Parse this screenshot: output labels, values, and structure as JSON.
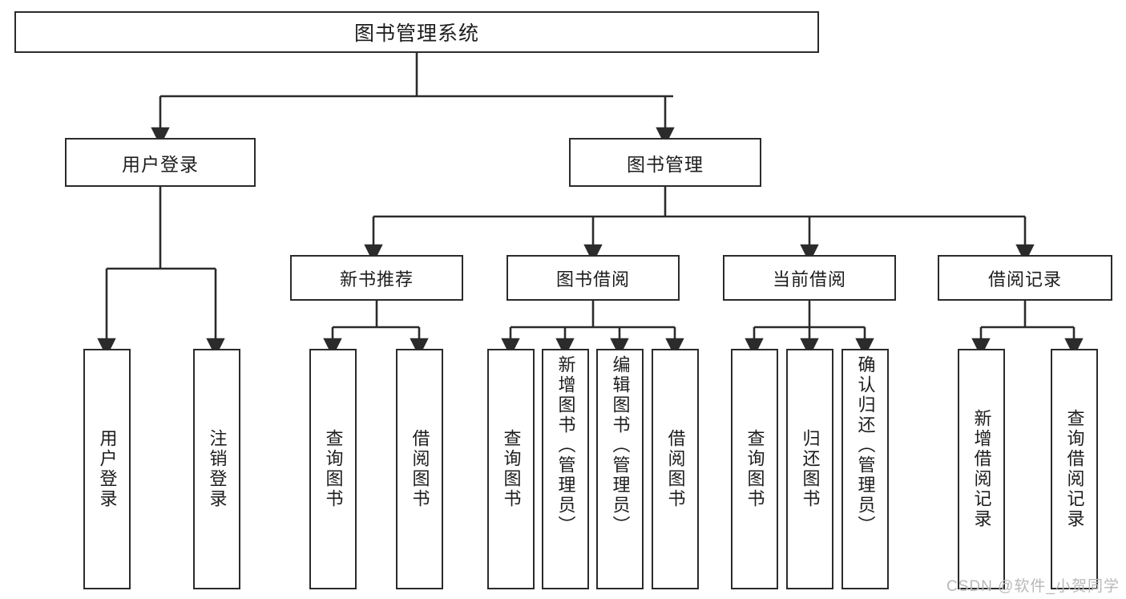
{
  "diagram": {
    "type": "tree",
    "title": "图书管理系统",
    "orientation": "top-down",
    "colors": {
      "box_border": "#2b2b2b",
      "box_fill": "#ffffff",
      "connector": "#2b2b2b",
      "text": "#1d1d1d",
      "watermark": "#b9b9b9",
      "background": "#ffffff"
    }
  },
  "root": {
    "label": "图书管理系统"
  },
  "level2": [
    {
      "label": "用户登录"
    },
    {
      "label": "图书管理"
    }
  ],
  "level3": [
    {
      "label": "新书推荐"
    },
    {
      "label": "图书借阅"
    },
    {
      "label": "当前借阅"
    },
    {
      "label": "借阅记录"
    }
  ],
  "leaves": {
    "user_login": [
      {
        "label": "用户登录"
      },
      {
        "label": "注销登录"
      }
    ],
    "new_book_recommend": [
      {
        "label": "查询图书"
      },
      {
        "label": "借阅图书"
      }
    ],
    "book_borrow": [
      {
        "label": "查询图书"
      },
      {
        "label": "新增图书（管理员）"
      },
      {
        "label": "编辑图书（管理员）"
      },
      {
        "label": "借阅图书"
      }
    ],
    "current_borrow": [
      {
        "label": "查询图书"
      },
      {
        "label": "归还图书"
      },
      {
        "label": "确认归还（管理员）"
      }
    ],
    "borrow_record": [
      {
        "label": "新增借阅记录"
      },
      {
        "label": "查询借阅记录"
      }
    ]
  },
  "watermark": {
    "text": "CSDN @软件_小贺同学"
  }
}
